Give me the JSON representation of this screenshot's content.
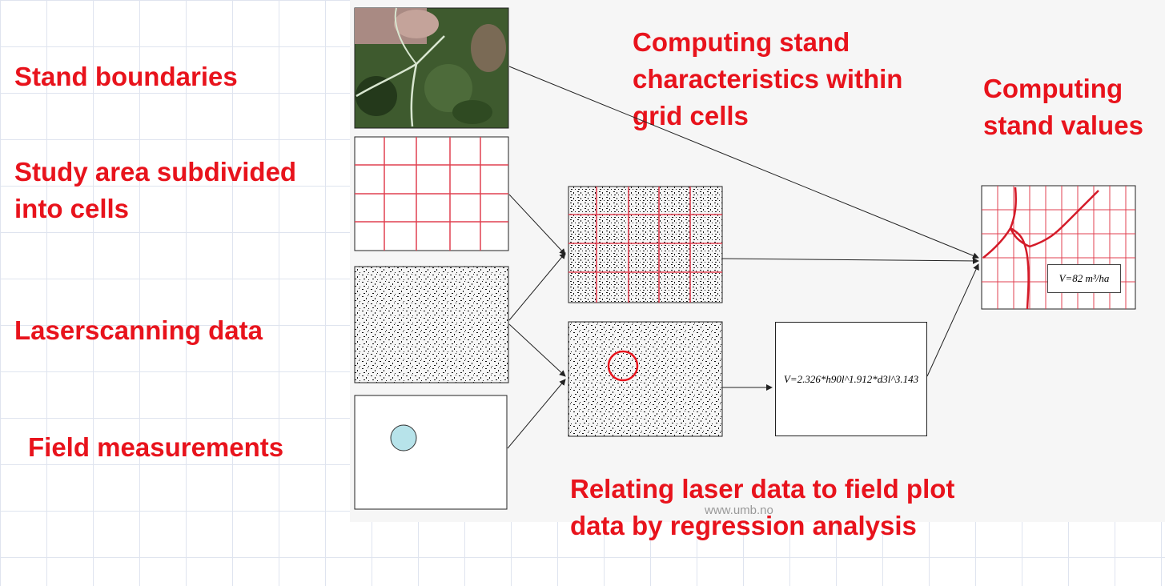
{
  "labels": {
    "stand_boundaries": "Stand boundaries",
    "study_area": "Study area subdivided into cells",
    "laserscanning": "Laserscanning data",
    "field_measurements": "Field measurements",
    "computing_characteristics": "Computing stand characteristics within grid cells",
    "computing_values": "Computing stand values",
    "relating": "Relating laser data to field plot data by regression analysis"
  },
  "formula": "V=2.326*h90l^1.912*d3l^3.143",
  "volume_result": "V=82 m³/ha",
  "watermark": "www.umb.no",
  "colors": {
    "label_red": "#e8131c",
    "grid_red": "#e04050",
    "plot_fill": "#b7e3ea"
  }
}
